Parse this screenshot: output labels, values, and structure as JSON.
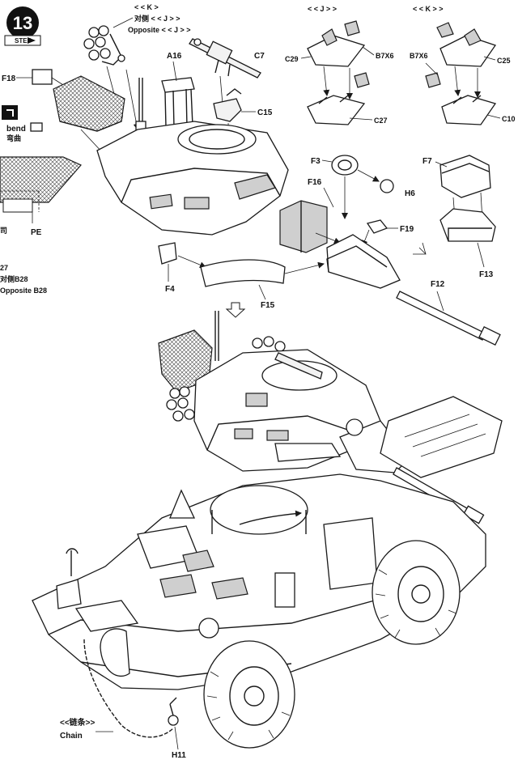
{
  "step": {
    "number": "13",
    "word": "STEP"
  },
  "bend": {
    "en": "bend",
    "zh": "弯曲"
  },
  "side_notes": {
    "left_fragment": "司",
    "ref_27": "27",
    "opposite_cn": "对侧B28",
    "opposite_en": "Opposite B28"
  },
  "parts": {
    "F18": "F18",
    "PE": "PE",
    "A16": "A16",
    "C7": "C7",
    "C15": "C15",
    "C29": "C29",
    "B7X6_a": "B7X6",
    "C27": "C27",
    "B7X6_b": "B7X6",
    "C25": "C25",
    "C10": "C10",
    "F3": "F3",
    "F16": "F16",
    "H6": "H6",
    "F19": "F19",
    "F7": "F7",
    "F13": "F13",
    "F4": "F4",
    "F15": "F15",
    "F12": "F12",
    "H11": "H11"
  },
  "callouts": {
    "k_top": "< < K >",
    "k_cn": "对侧 < < J > >",
    "k_opposite": "Opposite < < J > >",
    "j_header": "< < J > >",
    "k_header": "< < K > >",
    "chain_cn": "<<链条>>",
    "chain_en": "Chain"
  },
  "colors": {
    "ink": "#1a1a1a",
    "paper": "#ffffff",
    "shade": "#cfcfcf"
  }
}
